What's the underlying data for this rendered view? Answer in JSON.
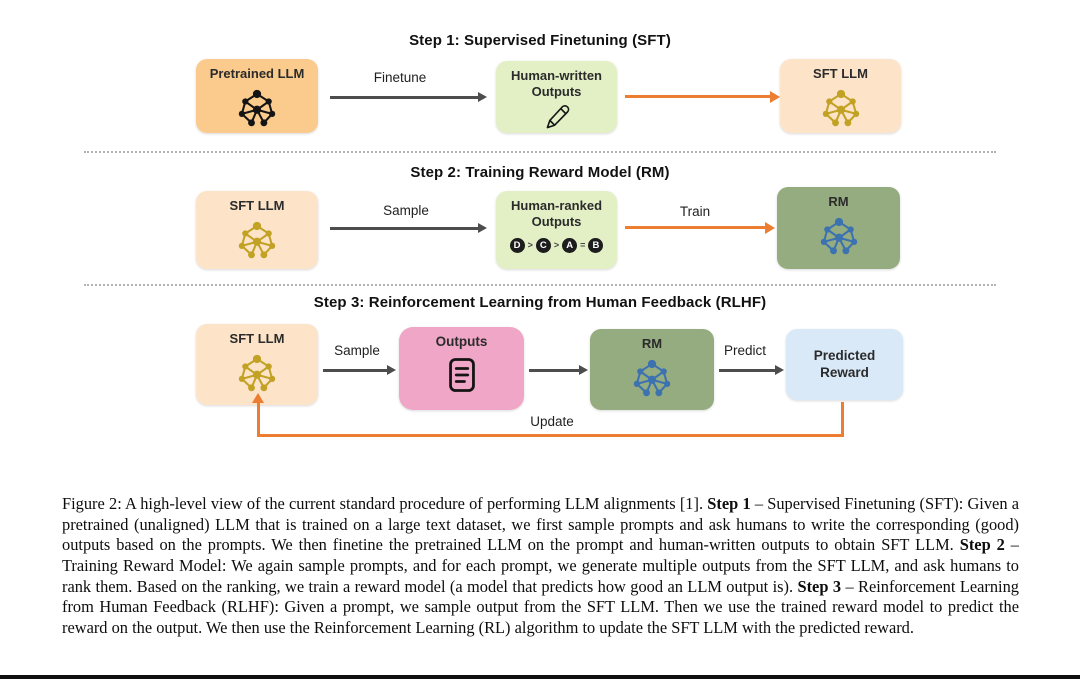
{
  "figure": {
    "steps": [
      {
        "title": "Step 1: Supervised Finetuning (SFT)",
        "boxes": {
          "pretrained": "Pretrained LLM",
          "human_written": "Human-written Outputs",
          "sft": "SFT LLM"
        },
        "arrows": {
          "finetune": "Finetune"
        }
      },
      {
        "title": "Step 2: Training Reward Model (RM)",
        "boxes": {
          "sft": "SFT LLM",
          "human_ranked": "Human-ranked Outputs",
          "rm": "RM"
        },
        "ranking": [
          "D",
          ">",
          "C",
          ">",
          "A",
          "=",
          "B"
        ],
        "arrows": {
          "sample": "Sample",
          "train": "Train"
        }
      },
      {
        "title": "Step 3: Reinforcement Learning from Human Feedback (RLHF)",
        "boxes": {
          "sft": "SFT LLM",
          "outputs": "Outputs",
          "rm": "RM",
          "predicted_reward": "Predicted Reward"
        },
        "arrows": {
          "sample": "Sample",
          "predict": "Predict",
          "update": "Update"
        }
      }
    ],
    "icons": {
      "llm_network": "network-graph-icon",
      "pencil": "pencil-icon",
      "document": "document-lines-icon",
      "ranking": "lettered-circles"
    },
    "colors": {
      "pretrained_box": "#FACB8C",
      "sft_box": "#FDE4C9",
      "light_green_box": "#E3F0C6",
      "rm_box": "#95AB80",
      "outputs_box": "#F0A6C6",
      "predicted_reward_box": "#D9E9F7",
      "gray_arrow": "#4D4D4D",
      "orange_arrow": "#ED7D31",
      "icon_black": "#141414",
      "icon_gold": "#C2A224",
      "icon_blue": "#3C72B0"
    }
  },
  "caption": {
    "parts": [
      {
        "text": "Figure 2: A high-level view of the current standard procedure of performing LLM alignments [1]. ",
        "bold": false
      },
      {
        "text": "Step 1",
        "bold": true
      },
      {
        "text": " – Supervised Finetuning (SFT): Given a pretrained (unaligned) LLM that is trained on a large text dataset, we first sample prompts and ask humans to write the corresponding (good) outputs based on the prompts. We then finetine the pretrained LLM on the prompt and human-written outputs to obtain SFT LLM. ",
        "bold": false
      },
      {
        "text": "Step 2",
        "bold": true
      },
      {
        "text": " – Training Reward Model: We again sample prompts, and for each prompt, we generate multiple outputs from the SFT LLM, and ask humans to rank them. Based on the ranking, we train a reward model (a model that predicts how good an LLM output is). ",
        "bold": false
      },
      {
        "text": "Step 3",
        "bold": true
      },
      {
        "text": " – Reinforcement Learning from Human Feedback (RLHF): Given a prompt, we sample output from the SFT LLM. Then we use the trained reward model to predict the reward on the output. We then use the Reinforcement Learning (RL) algorithm to update the SFT LLM with the predicted reward.",
        "bold": false
      }
    ]
  }
}
